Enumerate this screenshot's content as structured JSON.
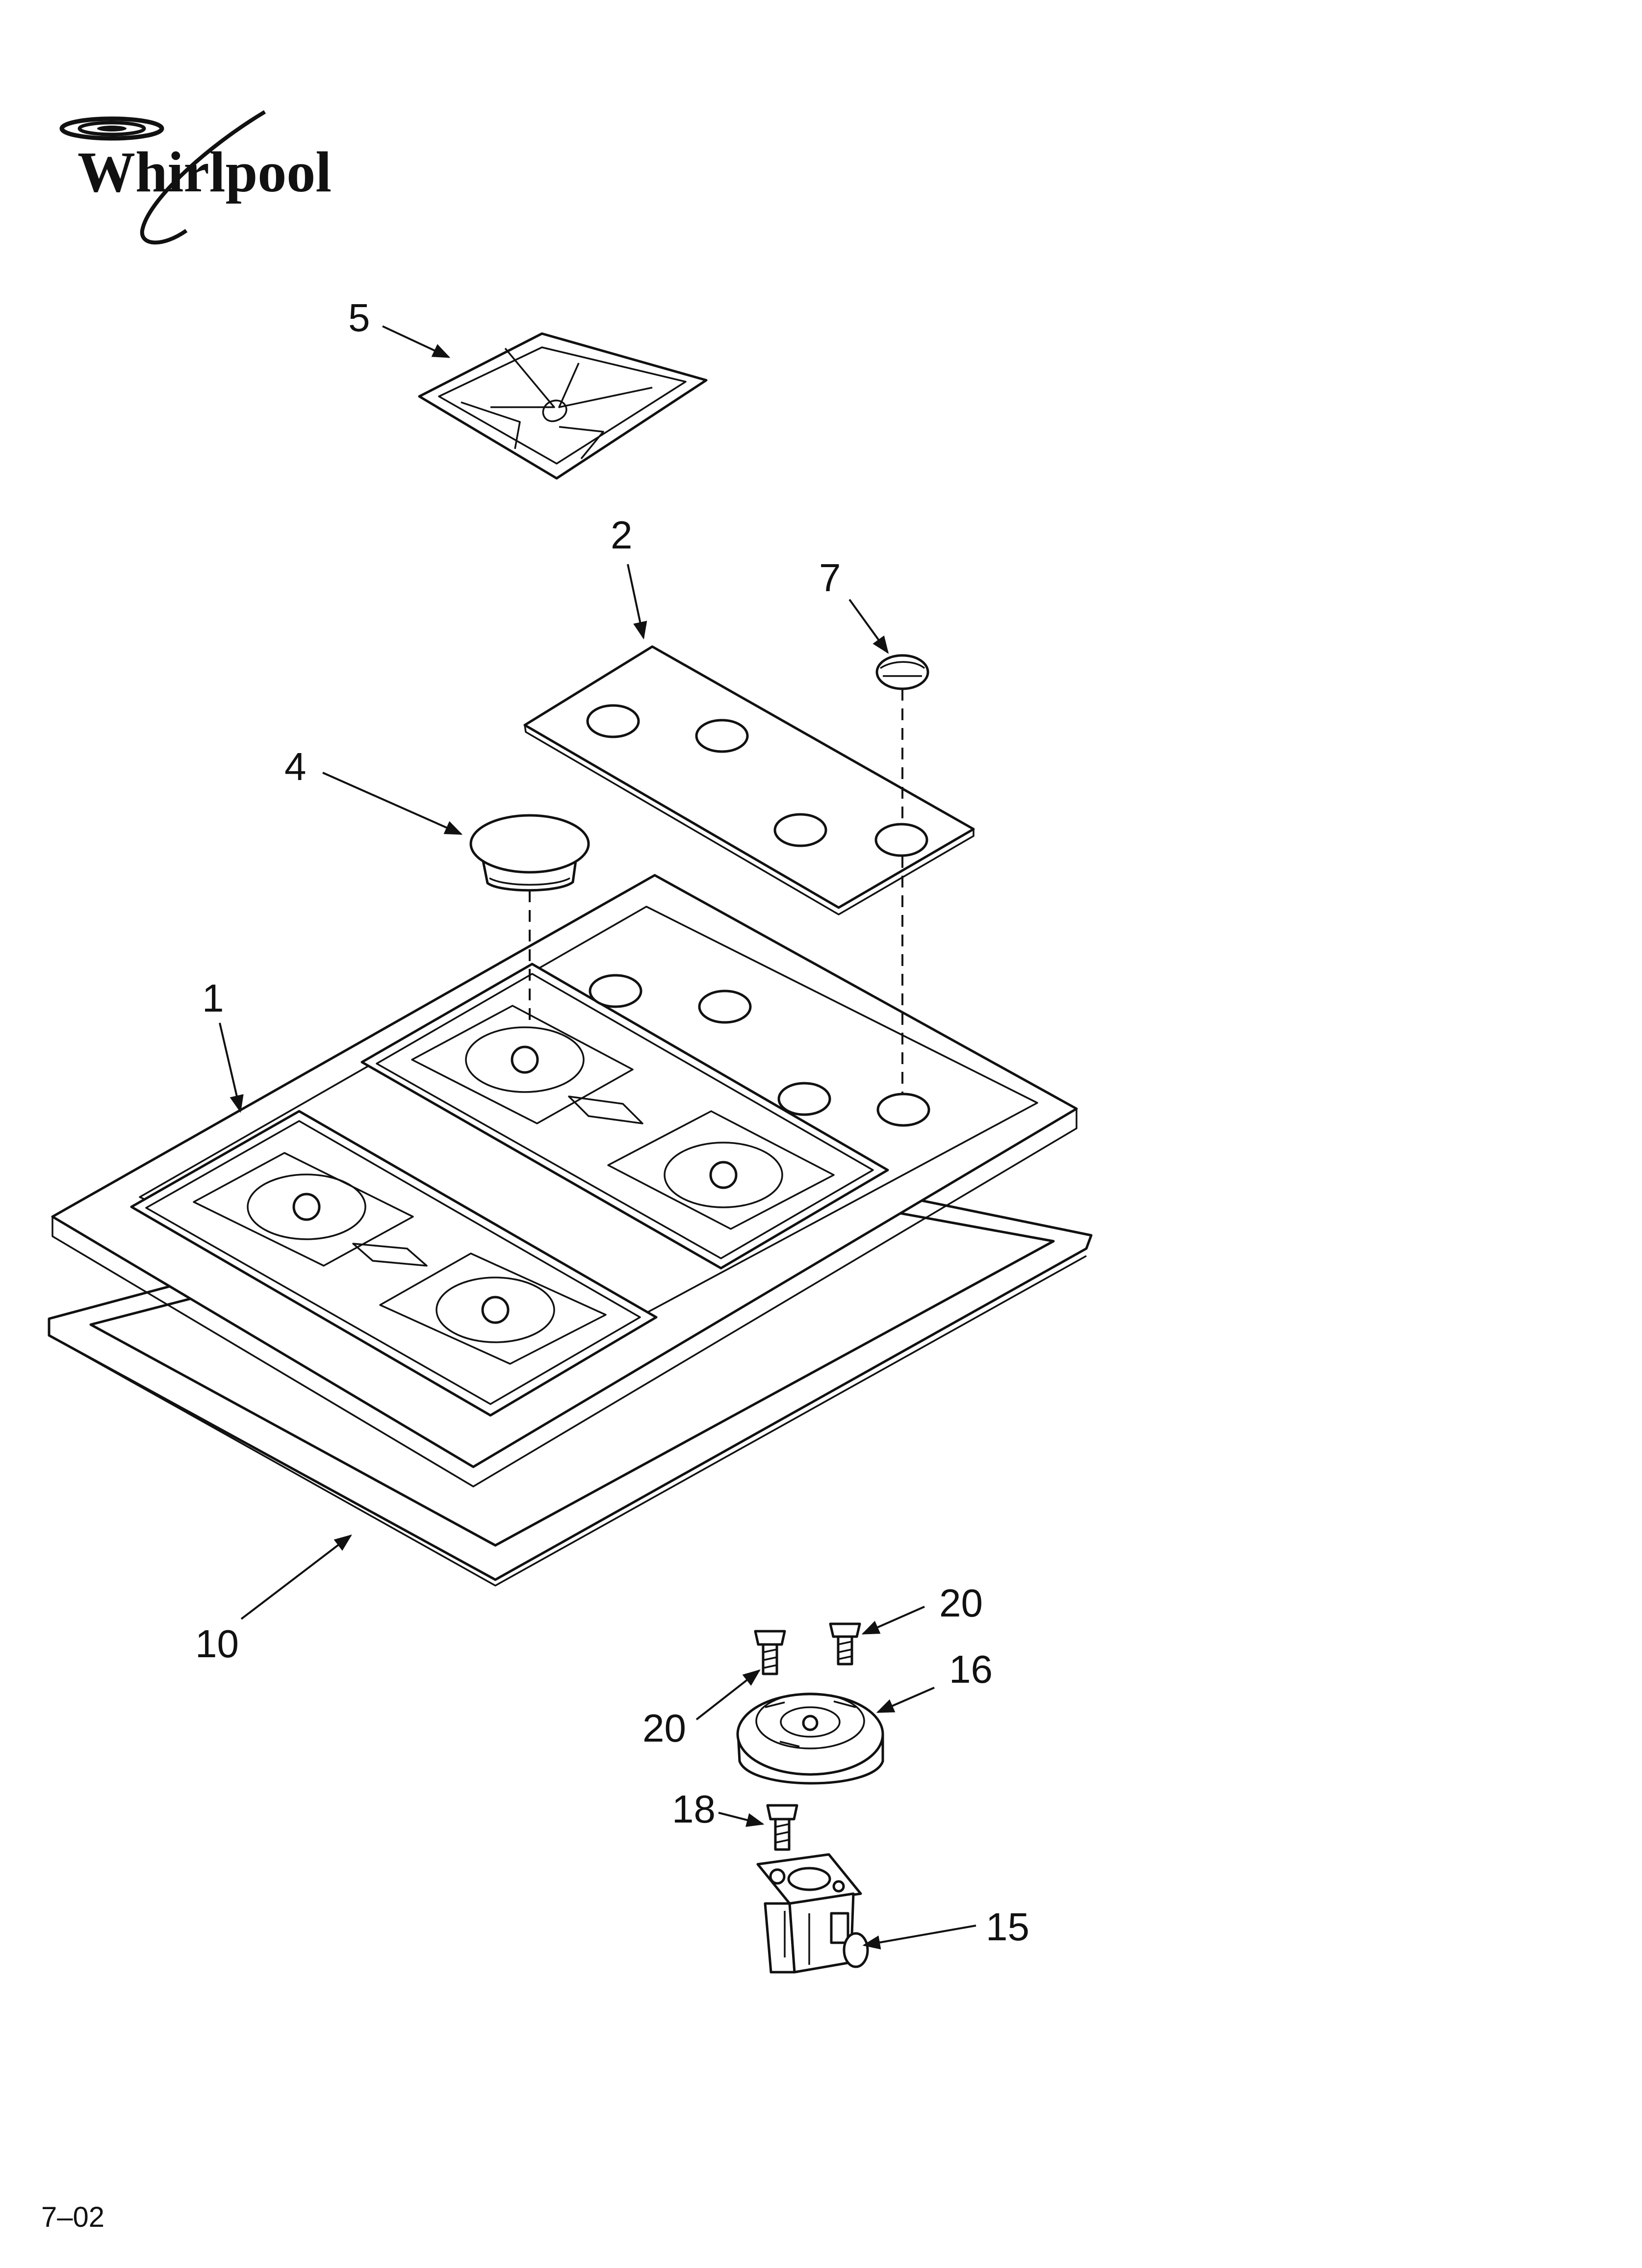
{
  "brand": {
    "logo_text": "Whirlpool"
  },
  "footer": {
    "doc_code": "7–02"
  },
  "callouts": [
    {
      "id": "c5",
      "label": "5"
    },
    {
      "id": "c2",
      "label": "2"
    },
    {
      "id": "c7",
      "label": "7"
    },
    {
      "id": "c4",
      "label": "4"
    },
    {
      "id": "c1",
      "label": "1"
    },
    {
      "id": "c10",
      "label": "10"
    },
    {
      "id": "c20a",
      "label": "20"
    },
    {
      "id": "c20b",
      "label": "20"
    },
    {
      "id": "c16",
      "label": "16"
    },
    {
      "id": "c18",
      "label": "18"
    },
    {
      "id": "c15",
      "label": "15"
    }
  ]
}
